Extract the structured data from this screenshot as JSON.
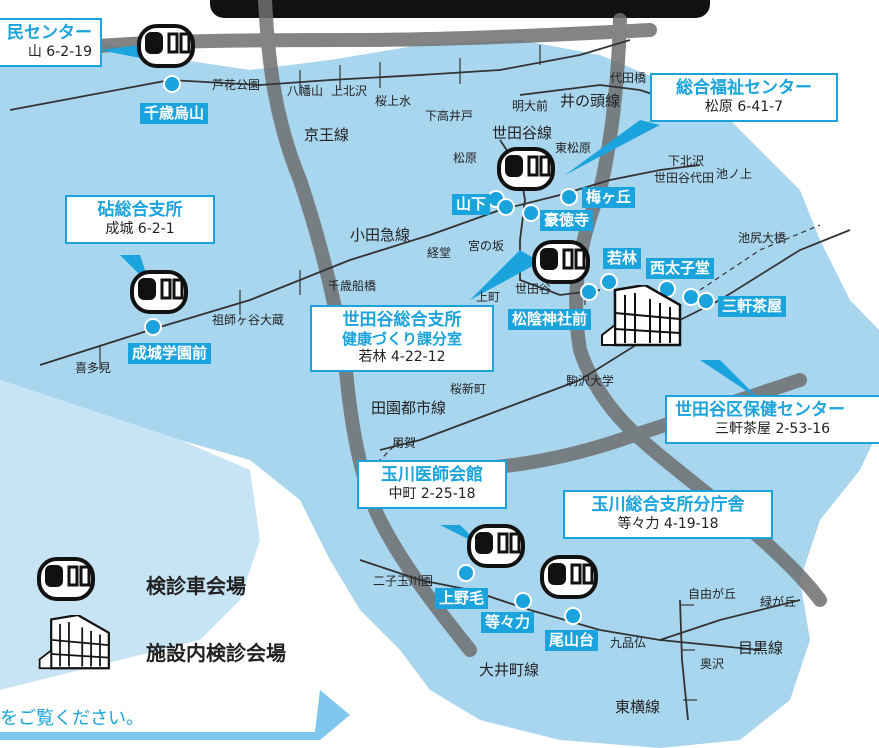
{
  "boxes": {
    "top_left": {
      "title": "民センター",
      "addr": "山 6-2-19"
    },
    "fukushi": {
      "title": "総合福祉センター",
      "addr": "松原 6-41-7"
    },
    "kinuta": {
      "title": "砧総合支所",
      "addr": "成城 6-2-1"
    },
    "setagaya": {
      "title": "世田谷総合支所",
      "sub": "健康づくり課分室",
      "addr": "若林 4-22-12"
    },
    "hoken": {
      "title": "世田谷区保健センター",
      "addr": "三軒茶屋 2-53-16"
    },
    "ishikai": {
      "title": "玉川医師会館",
      "addr": "中町 2-25-18"
    },
    "tamagawa": {
      "title": "玉川総合支所分庁舎",
      "addr": "等々力 4-19-18"
    }
  },
  "venue_stations": [
    "千歳烏山",
    "山下",
    "豪徳寺",
    "梅ヶ丘",
    "若林",
    "西太子堂",
    "三軒茶屋",
    "松陰神社前",
    "成城学園前",
    "上野毛",
    "等々力",
    "尾山台"
  ],
  "map_labels": {
    "roka": "芦花公園",
    "hachiman": "八幡山",
    "kamikita": "上北沢",
    "sakura": "桜上水",
    "keio": "京王線",
    "shimotaka": "下高井戸",
    "meidai": "明大前",
    "inokashira": "井の頭線",
    "daita": "代田橋",
    "setagayasen": "世田谷線",
    "higashimatsu": "東松原",
    "matsubara": "松原",
    "shimokita": "下北沢",
    "daita2": "世田谷代田",
    "ikenoue": "池ノ上",
    "odakyu": "小田急線",
    "kyodo": "経堂",
    "miyanosaka": "宮の坂",
    "ikejiri": "池尻大橋",
    "funabashi": "千歳船橋",
    "soshigaya": "祖師ヶ谷大蔵",
    "kitami": "喜多見",
    "kamimachi": "上町",
    "setagayaeki": "世田谷",
    "sakurashinmachi": "桜新町",
    "komazawa": "駒沢大学",
    "denentoshi": "田園都市線",
    "yoga": "用賀",
    "futako": "二子玉川園",
    "kuhonbutsu": "九品仏",
    "jiyu": "自由が丘",
    "midori": "緑が丘",
    "okusawa": "奥沢",
    "meguro": "目黒線",
    "oimachi": "大井町線",
    "toyoko": "東横線"
  },
  "legend": {
    "bus": "検診車会場",
    "facility": "施設内検診会場"
  },
  "notice": "をご覧ください。",
  "colors": {
    "accent": "#1aa3dc",
    "area": "#a9d6ef",
    "road": "#6f6f6f"
  }
}
